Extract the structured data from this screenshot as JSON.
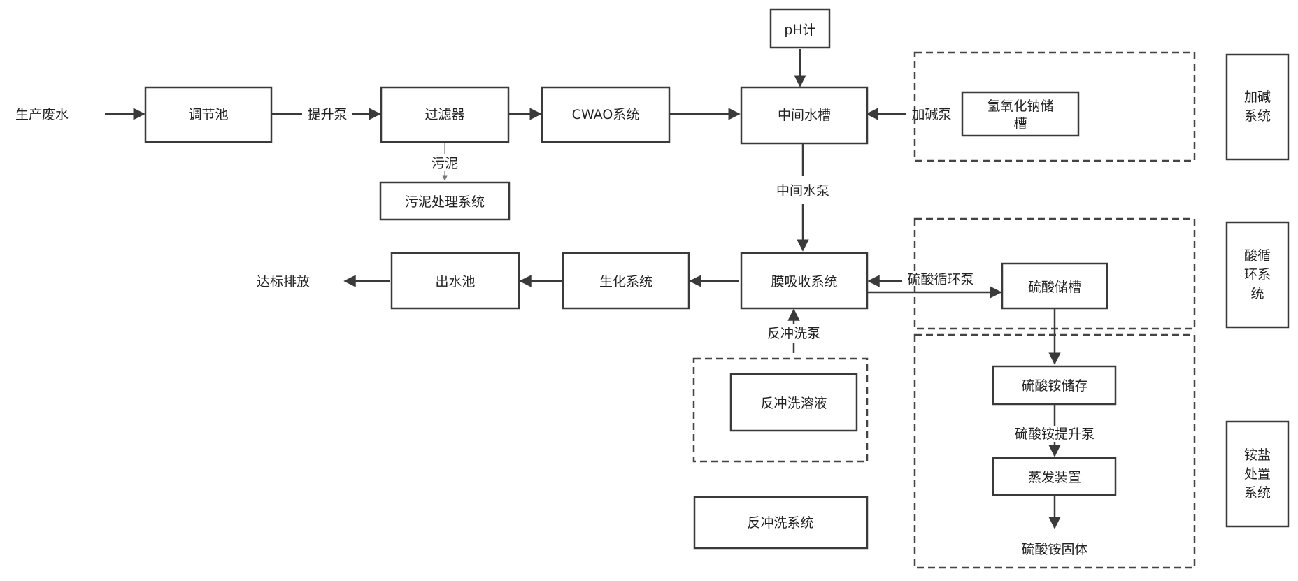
{
  "nodes": {
    "input_wastewater": "生产废水",
    "adjust_tank": "调节池",
    "filter": "过滤器",
    "cwao": "CWAO系统",
    "mid_tank": "中间水槽",
    "ph_meter": "pH计",
    "naoh_tank_line1": "氢氧化钠储",
    "naoh_tank_line2": "槽",
    "sludge_treat": "污泥处理系统",
    "membrane": "膜吸收系统",
    "bio": "生化系统",
    "outlet_tank": "出水池",
    "discharge": "达标排放",
    "h2so4_tank": "硫酸储槽",
    "backwash_solution": "反冲洗溶液",
    "ammonium_storage": "硫酸铵储存",
    "evaporator": "蒸发装置",
    "ammonium_solid": "硫酸铵固体",
    "backwash_system": "反冲洗系统"
  },
  "edge_labels": {
    "lift_pump": "提升泵",
    "sludge": "污泥",
    "alkali_pump": "加碱泵",
    "mid_pump": "中间水泵",
    "acid_circ_pump": "硫酸循环泵",
    "backwash_pump": "反冲洗泵",
    "ammonium_lift_pump": "硫酸铵提升泵"
  },
  "legend": {
    "alkali_system": [
      "加碱",
      "系统"
    ],
    "acid_system": [
      "酸循",
      "环系",
      "统"
    ],
    "salt_system": [
      "铵盐",
      "处置",
      "系统"
    ]
  }
}
